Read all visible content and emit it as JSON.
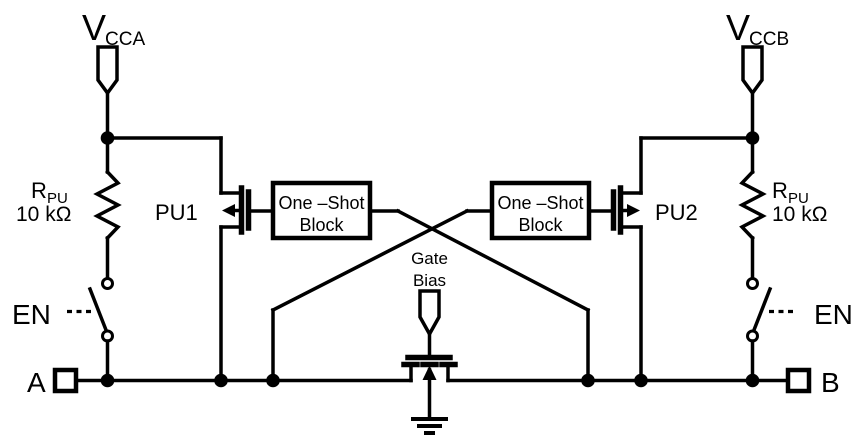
{
  "diagram_type": "bidirectional-voltage-translator-cell-schematic",
  "colors": {
    "line": "#000000",
    "background": "#ffffff",
    "text": "#000000"
  },
  "labels": {
    "vcca_main": "V",
    "vcca_sub": "CCA",
    "vccb_main": "V",
    "vccb_sub": "CCB",
    "rpu_left_main": "R",
    "rpu_left_sub": "PU",
    "rpu_left_value": "10 kΩ",
    "rpu_right_main": "R",
    "rpu_right_sub": "PU",
    "rpu_right_value": "10 kΩ",
    "en_left": "EN",
    "en_right": "EN",
    "port_a": "A",
    "port_b": "B",
    "pu1": "PU1",
    "pu2": "PU2",
    "oneshot_left_line1": "One –Shot",
    "oneshot_left_line2": "Block",
    "oneshot_right_line1": "One –Shot",
    "oneshot_right_line2": "Block",
    "gate_bias_line1": "Gate",
    "gate_bias_line2": "Bias"
  }
}
